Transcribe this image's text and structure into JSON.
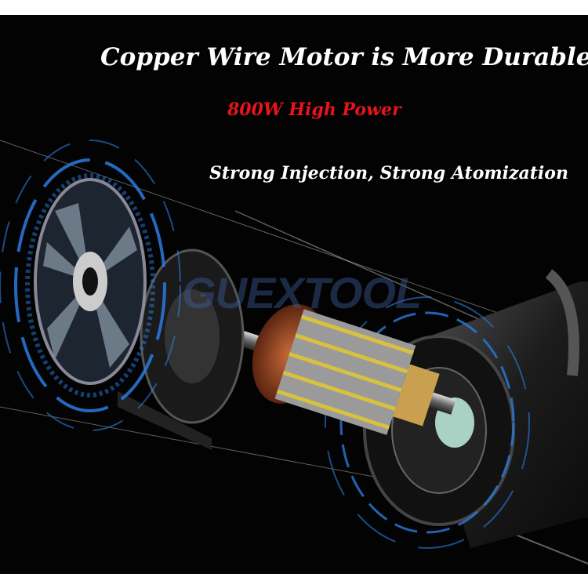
{
  "headline": "Copper Wire Motor is More Durable",
  "power": "800W High Power",
  "feature": "Strong Injection, Strong Atomization",
  "watermark": "GUEXTOOL",
  "colors": {
    "background": "#030303",
    "headline": "#ffffff",
    "power": "#e8141a",
    "accent_blue": "#2a7be0",
    "copper": "#a0522d"
  }
}
